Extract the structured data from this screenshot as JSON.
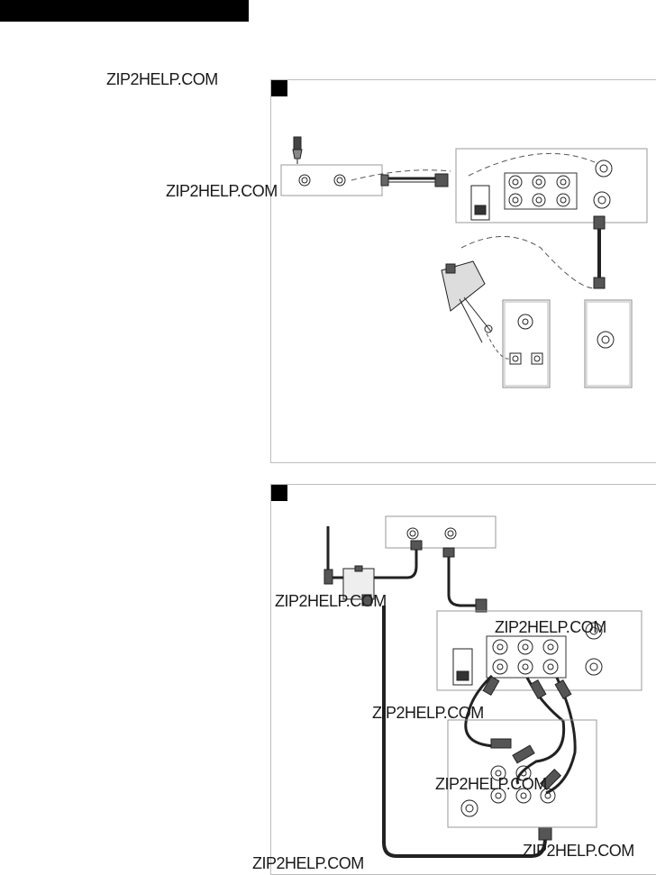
{
  "header": {
    "bar_color": "#000000"
  },
  "watermarks": {
    "w1": "ZIP2HELP.COM",
    "w2": "ZIP2HELP.COM",
    "w3": "ZIP2HELP.COM",
    "w4": "ZIP2HELP.COM",
    "w5": "ZIP2HELP.COM",
    "w6": "ZIP2HELP.COM",
    "w7": "ZIP2HELP.COM",
    "w8": "ZIP2HELP.COM"
  },
  "figures": [
    {
      "name": "figure-1",
      "description_icon": "antenna-vcr-tv-connection-diagram"
    },
    {
      "name": "figure-2",
      "description_icon": "splitter-av-connection-diagram"
    }
  ],
  "colors": {
    "line": "#222222",
    "panel_border": "#bdbdbd",
    "marker": "#000000"
  }
}
